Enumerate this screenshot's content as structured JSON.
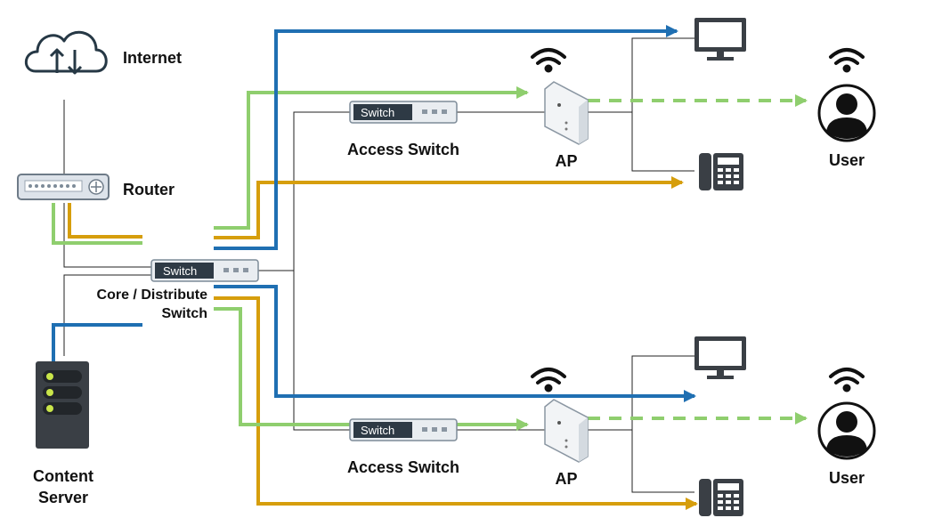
{
  "labels": {
    "internet": "Internet",
    "router": "Router",
    "core_switch_line1": "Core / Distribute",
    "core_switch_line2": "Switch",
    "content_server_line1": "Content",
    "content_server_line2": "Server",
    "access_switch_top": "Access Switch",
    "access_switch_bottom": "Access Switch",
    "ap_top": "AP",
    "ap_bottom": "AP",
    "user_top": "User",
    "user_bottom": "User"
  },
  "devices": {
    "core_switch_text": "Switch",
    "access_switch_top_text": "Switch",
    "access_switch_bottom_text": "Switch"
  },
  "flows": [
    {
      "color": "#1f6fb2",
      "style": "solid"
    },
    {
      "color": "#8fce6e",
      "style": "solid / dashed wireless"
    },
    {
      "color": "#d69e0c",
      "style": "solid"
    }
  ],
  "icons": [
    "cloud-icon",
    "router-icon",
    "switch-icon",
    "server-icon",
    "wifi-icon",
    "access-point-icon",
    "monitor-icon",
    "phone-icon",
    "user-icon"
  ]
}
